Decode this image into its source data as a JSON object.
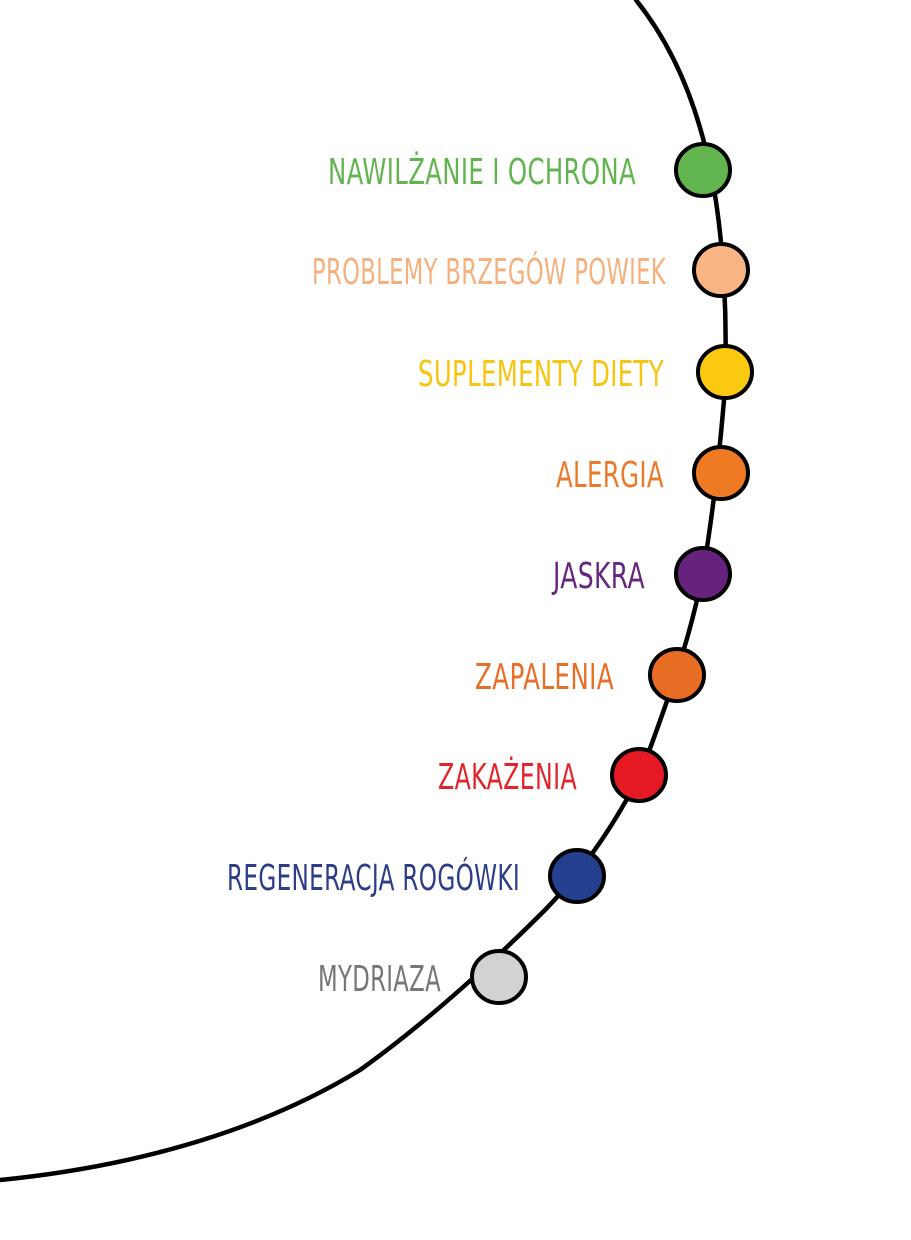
{
  "categories": [
    {
      "label": "NAWILŻANIE I OCHRONA",
      "color": "#62b54e"
    },
    {
      "label": "PROBLEMY BRZEGÓW POWIEK",
      "color": "#f9b483"
    },
    {
      "label": "SUPLEMENTY DIETY",
      "color": "#fcc911"
    },
    {
      "label": "ALERGIA",
      "color": "#ef7a24"
    },
    {
      "label": "JASKRA",
      "color": "#67227e"
    },
    {
      "label": "ZAPALENIA",
      "color": "#e86d24"
    },
    {
      "label": "ZAKAŻENIA",
      "color": "#e51a24"
    },
    {
      "label": "REGENERACJA ROGÓWKI",
      "color": "#25408f"
    },
    {
      "label": "MYDRIAZA",
      "color": "#d1d2d4"
    }
  ],
  "label_colors": [
    "#62b54e",
    "#f5b07e",
    "#f7c510",
    "#eb7a2a",
    "#65277f",
    "#e86f27",
    "#e3252b",
    "#2d3d88",
    "#767676"
  ]
}
